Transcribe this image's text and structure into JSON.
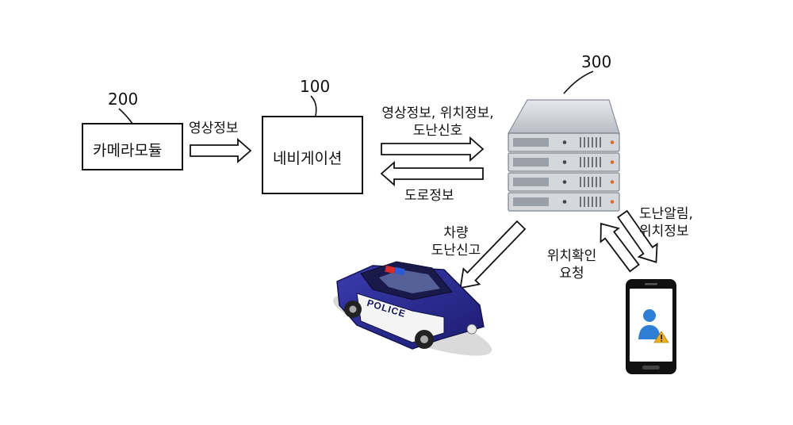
{
  "camera": {
    "ref": "200",
    "label": "카메라모듈"
  },
  "navigation": {
    "ref": "100",
    "label": "네비게이션"
  },
  "server": {
    "ref": "300"
  },
  "flows": {
    "camera_to_nav": "영상정보",
    "nav_to_server_line1": "영상정보, 위치정보,",
    "nav_to_server_line2": "도난신호",
    "server_to_nav": "도로정보",
    "server_to_car_line1": "차량",
    "server_to_car_line2": "도난신고",
    "phone_to_server_line1": "위치확인",
    "phone_to_server_line2": "요청",
    "server_to_phone_line1": "도난알림,",
    "server_to_phone_line2": "위치정보"
  },
  "police_car": {
    "text": "POLICE"
  },
  "colors": {
    "car_body": "#2a2a8e",
    "server_body": "#c9ccd2",
    "server_led": "#e06a2a",
    "phone_body": "#111111",
    "user_icon": "#2f7fd6",
    "warning": "#f2b01e"
  }
}
